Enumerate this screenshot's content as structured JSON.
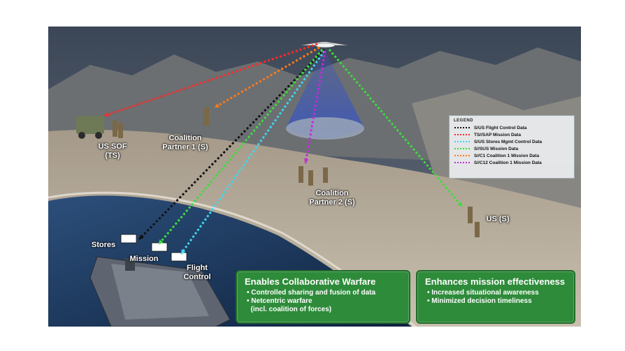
{
  "labels": {
    "us_sof": "US SOF\n(TS)",
    "coalition_partner_1": "Coalition\nPartner 1 (S)",
    "coalition_partner_2": "Coalition\nPartner 2 (S)",
    "us": "US (S)",
    "stores": "Stores",
    "mission": "Mission",
    "flight_control": "Flight\nControl"
  },
  "legend": {
    "title": "LEGEND",
    "items": [
      {
        "color": "#111111",
        "text": "S/US Flight Control Data"
      },
      {
        "color": "#ff2a2a",
        "text": "TS//SAP Mission Data"
      },
      {
        "color": "#3fd6f0",
        "text": "S/US Stores Mgmt Control Data"
      },
      {
        "color": "#3ddc3d",
        "text": "S//SUS Mission Data"
      },
      {
        "color": "#ff7a1a",
        "text": "S//C1 Coalition 1 Mission Data"
      },
      {
        "color": "#c42bd9",
        "text": "S//C12 Coalition 1 Mission Data"
      }
    ]
  },
  "box_collab": {
    "heading": "Enables Collaborative Warfare",
    "bullets": [
      "• Controlled sharing and fusion of data",
      "• Netcentric warfare",
      "  (incl. coalition of forces)"
    ]
  },
  "box_effect": {
    "heading": "Enhances mission effectiveness",
    "bullets": [
      "• Increased situational awareness",
      "• Minimized decision timeliness"
    ]
  }
}
